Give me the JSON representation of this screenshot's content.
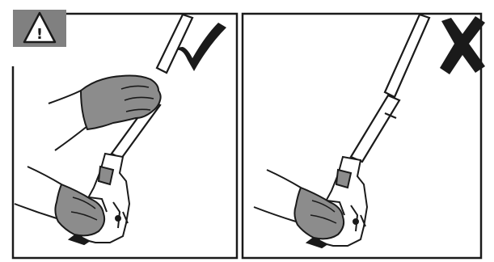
{
  "figure": {
    "warning_badge": {
      "icon": "warning-triangle-icon",
      "symbol": "!"
    },
    "panels": [
      {
        "id": "correct",
        "verdict_icon": "checkmark-icon",
        "verdict": "correct"
      },
      {
        "id": "incorrect",
        "verdict_icon": "cross-icon",
        "verdict": "incorrect"
      }
    ]
  },
  "colors": {
    "line": "#1a1a1a",
    "glove": "#8c8c8c",
    "badge_bg": "#808080",
    "background": "#ffffff"
  }
}
